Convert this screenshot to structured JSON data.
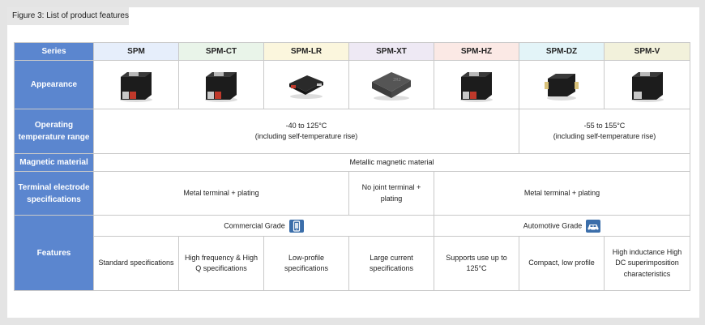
{
  "caption": "Figure 3: List of product features",
  "headers": {
    "series": "Series",
    "appearance": "Appearance",
    "operating_temperature": "Operating temperature range",
    "magnetic_material": "Magnetic material",
    "terminal": "Terminal electrode specifications",
    "features": "Features"
  },
  "series": [
    "SPM",
    "SPM-CT",
    "SPM-LR",
    "SPM-XT",
    "SPM-HZ",
    "SPM-DZ",
    "SPM-V"
  ],
  "temperature": {
    "group1_line1": "-40 to 125°C",
    "group1_line2": "(including self-temperature rise)",
    "group2_line1": "-55 to 155°C",
    "group2_line2": "(including self-temperature rise)"
  },
  "magnetic_material": "Metallic magnetic material",
  "terminal": {
    "a": "Metal terminal + plating",
    "b": "No joint terminal + plating",
    "c": "Metal terminal + plating"
  },
  "grades": {
    "commercial": "Commercial Grade",
    "automotive": "Automotive Grade"
  },
  "features": [
    "Standard specifications",
    "High frequency & High Q specifications",
    "Low-profile specifications",
    "Large current specifications",
    "Supports use up to 125°C",
    "Compact, low profile",
    "High inductance High DC superimposition characteristics"
  ],
  "icons": {
    "commercial": "smartphone-icon",
    "automotive": "car-icon"
  },
  "colors": {
    "header_blue": "#5b86cf",
    "icon_blue": "#3b6eaa"
  }
}
